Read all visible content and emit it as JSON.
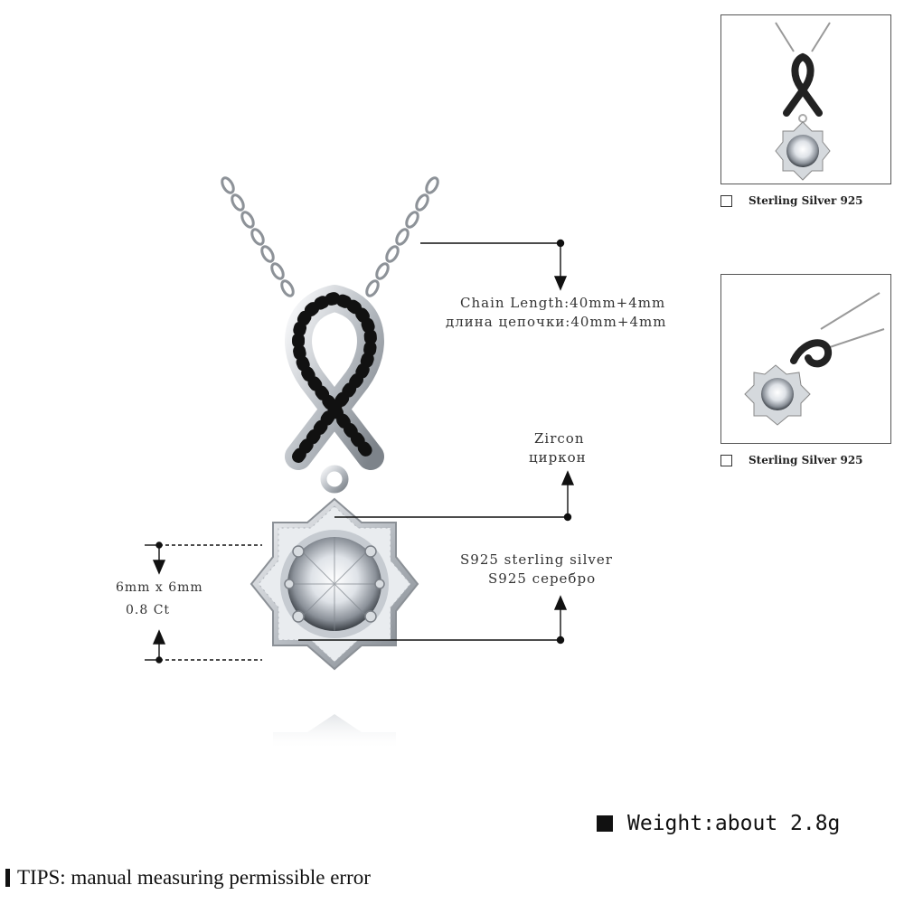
{
  "annotations": {
    "chain_length_en": "Chain Length:40mm+4mm",
    "chain_length_ru": "длина цепочки:40mm+4mm",
    "zircon_en": "Zircon",
    "zircon_ru": "циркон",
    "silver_en": "S925 sterling silver",
    "silver_ru": "S925 серебро",
    "size": "6mm x 6mm",
    "carat": "0.8 Ct"
  },
  "thumbnails": [
    {
      "caption": "Sterling Silver 925",
      "icon": "pendant-front-view"
    },
    {
      "caption": "Sterling Silver 925",
      "icon": "pendant-angled-view"
    }
  ],
  "weight": "Weight:about 2.8g",
  "tips": "TIPS: manual measuring permissible error"
}
